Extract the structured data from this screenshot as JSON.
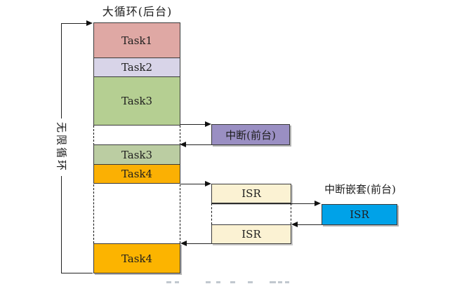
{
  "title": "大循环(后台)",
  "loop_label": "无限循环",
  "column": {
    "segments": [
      {
        "label": "Task1",
        "color": "#dfa8a4"
      },
      {
        "label": "Task2",
        "color": "#d8d4e8"
      },
      {
        "label": "Task3",
        "color": "#b5cf92"
      },
      {
        "label": "Task3",
        "color": "#bbcda2"
      },
      {
        "label": "Task4",
        "color": "#fbb003"
      },
      {
        "label": "Task4",
        "color": "#fcb400"
      }
    ]
  },
  "foreground": {
    "interrupt_label": "中断(前台)",
    "interrupt_color": "#9a8fc3",
    "isr_first_label": "ISR",
    "isr_second_label": "ISR",
    "isr_color": "#fbf2d3",
    "nested_title": "中断嵌套(前台)",
    "nested_isr_label": "ISR",
    "nested_isr_color": "#00a2e8"
  },
  "colors": {
    "background": "#ffffff",
    "line": "#222222",
    "text": "#1e1e1e"
  }
}
